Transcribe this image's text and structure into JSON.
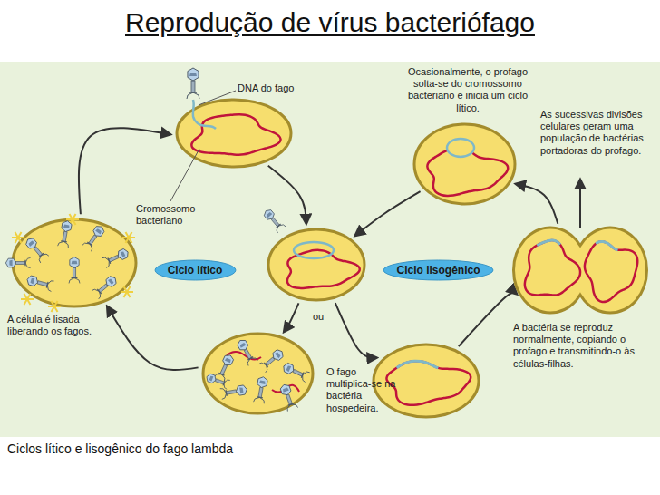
{
  "diagram": {
    "title": "Reprodução de vírus bacteriófago",
    "caption": "Ciclos lítico e lisogênico do fago lambda",
    "nodes": [
      {
        "text": [
          "DNA do fago",
          "Cromossomo bacteriano"
        ]
      },
      {
        "text": [
          "ou"
        ]
      },
      {
        "text": [
          "O fago multiplica-se na bactéria hospedeira."
        ]
      },
      {
        "text": [
          "A célula é lisada liberando os fagos."
        ]
      },
      {
        "text": []
      },
      {
        "text": [
          "A bactéria se reproduz normalmente, copiando o profago e transmitindo-o às células-filhas.",
          "As sucessivas divisões celulares geram uma população de bactérias portadoras do profago."
        ]
      },
      {
        "text": [
          "Ocasionalmente, o profago solta-se do cromossomo bacteriano e inicia um ciclo lítico."
        ]
      },
      {
        "text": [
          "Ciclo lítico"
        ]
      },
      {
        "text": [
          "Ciclo lisogênico"
        ]
      }
    ],
    "edges": [
      {
        "from": 0,
        "to": 1,
        "arrow": "to"
      },
      {
        "from": 1,
        "to": 2,
        "arrow": "to"
      },
      {
        "from": 2,
        "to": 3,
        "arrow": "to"
      },
      {
        "from": 3,
        "to": 0,
        "arrow": "to"
      },
      {
        "from": 1,
        "to": 4,
        "arrow": "to"
      },
      {
        "from": 4,
        "to": 5,
        "arrow": "to"
      },
      {
        "from": 5,
        "to": 6,
        "arrow": "to"
      },
      {
        "from": 6,
        "to": 1,
        "arrow": "to"
      }
    ]
  }
}
